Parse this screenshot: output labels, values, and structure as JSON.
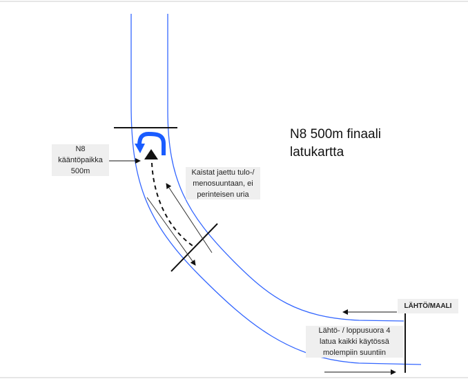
{
  "title_line1": "N8 500m finaali",
  "title_line2": "latukartta",
  "turn_label": {
    "line1": "N8",
    "line2": "kääntöpaikka",
    "line3": "500m"
  },
  "lanes_label": {
    "line1": "Kaistat jaettu tulo-/",
    "line2": "menosuuntaan, ei",
    "line3": "perinteisen uria"
  },
  "start_finish_label": "LÄHTÖ/MAALI",
  "straight_label": {
    "line1": "Lähtö- / loppusuora 4",
    "line2": "latua kaikki käytössä",
    "line3": "molempiin suuntiin"
  },
  "colors": {
    "track": "#3366ff",
    "turn_arrow": "#1a5cff",
    "box": "#efefef"
  }
}
